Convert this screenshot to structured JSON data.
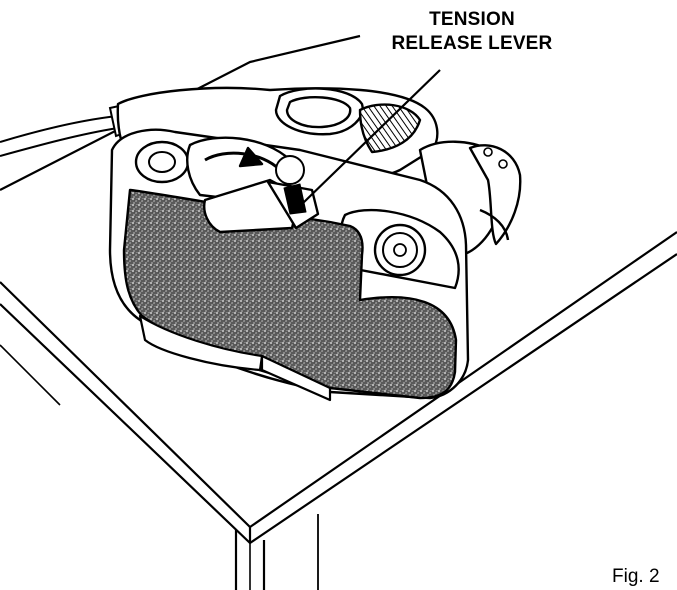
{
  "callout": {
    "line1": "TENSION",
    "line2": "RELEASE LEVER"
  },
  "figure_label": "Fig. 2"
}
